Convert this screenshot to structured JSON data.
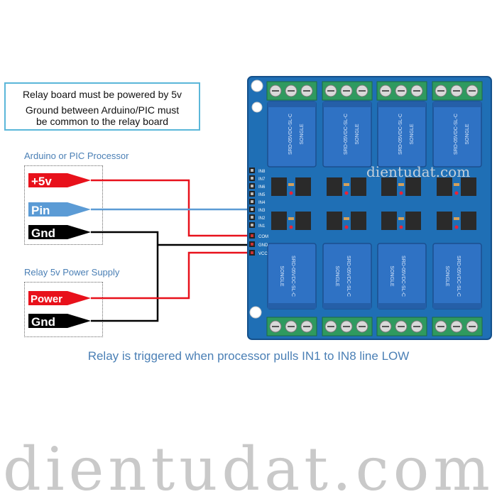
{
  "notes": {
    "line1": "Relay board must be powered by 5v",
    "line2": "Ground between Arduino/PIC must",
    "line3": "be common to the relay board"
  },
  "processor_group": {
    "title": "Arduino or PIC Processor",
    "leads": [
      {
        "label": "+5v",
        "color": "#e8111b"
      },
      {
        "label": "Pin",
        "color": "#5b9bd5"
      },
      {
        "label": "Gnd",
        "color": "#000000"
      }
    ]
  },
  "supply_group": {
    "title": "Relay 5v Power Supply",
    "leads": [
      {
        "label": "Power",
        "color": "#e8111b"
      },
      {
        "label": "Gnd",
        "color": "#000000"
      }
    ]
  },
  "board": {
    "header_pins": [
      "IN8",
      "IN7",
      "IN6",
      "IN5",
      "IN4",
      "IN3",
      "IN2",
      "IN1"
    ],
    "power_pins": [
      "COM",
      "GND",
      "VCC"
    ],
    "relay_model": "SRD-05VDC-SL-C",
    "relay_brand": "SONGLE",
    "relay_count": 8,
    "pcb_color": "#1f6fb5",
    "relay_color": "#2f72c4",
    "terminal_color": "#2f9a5f"
  },
  "caption": "Relay is triggered when processor pulls IN1 to IN8 line LOW",
  "watermark": "dientudat.com",
  "watermark_small": "dientudat.com"
}
